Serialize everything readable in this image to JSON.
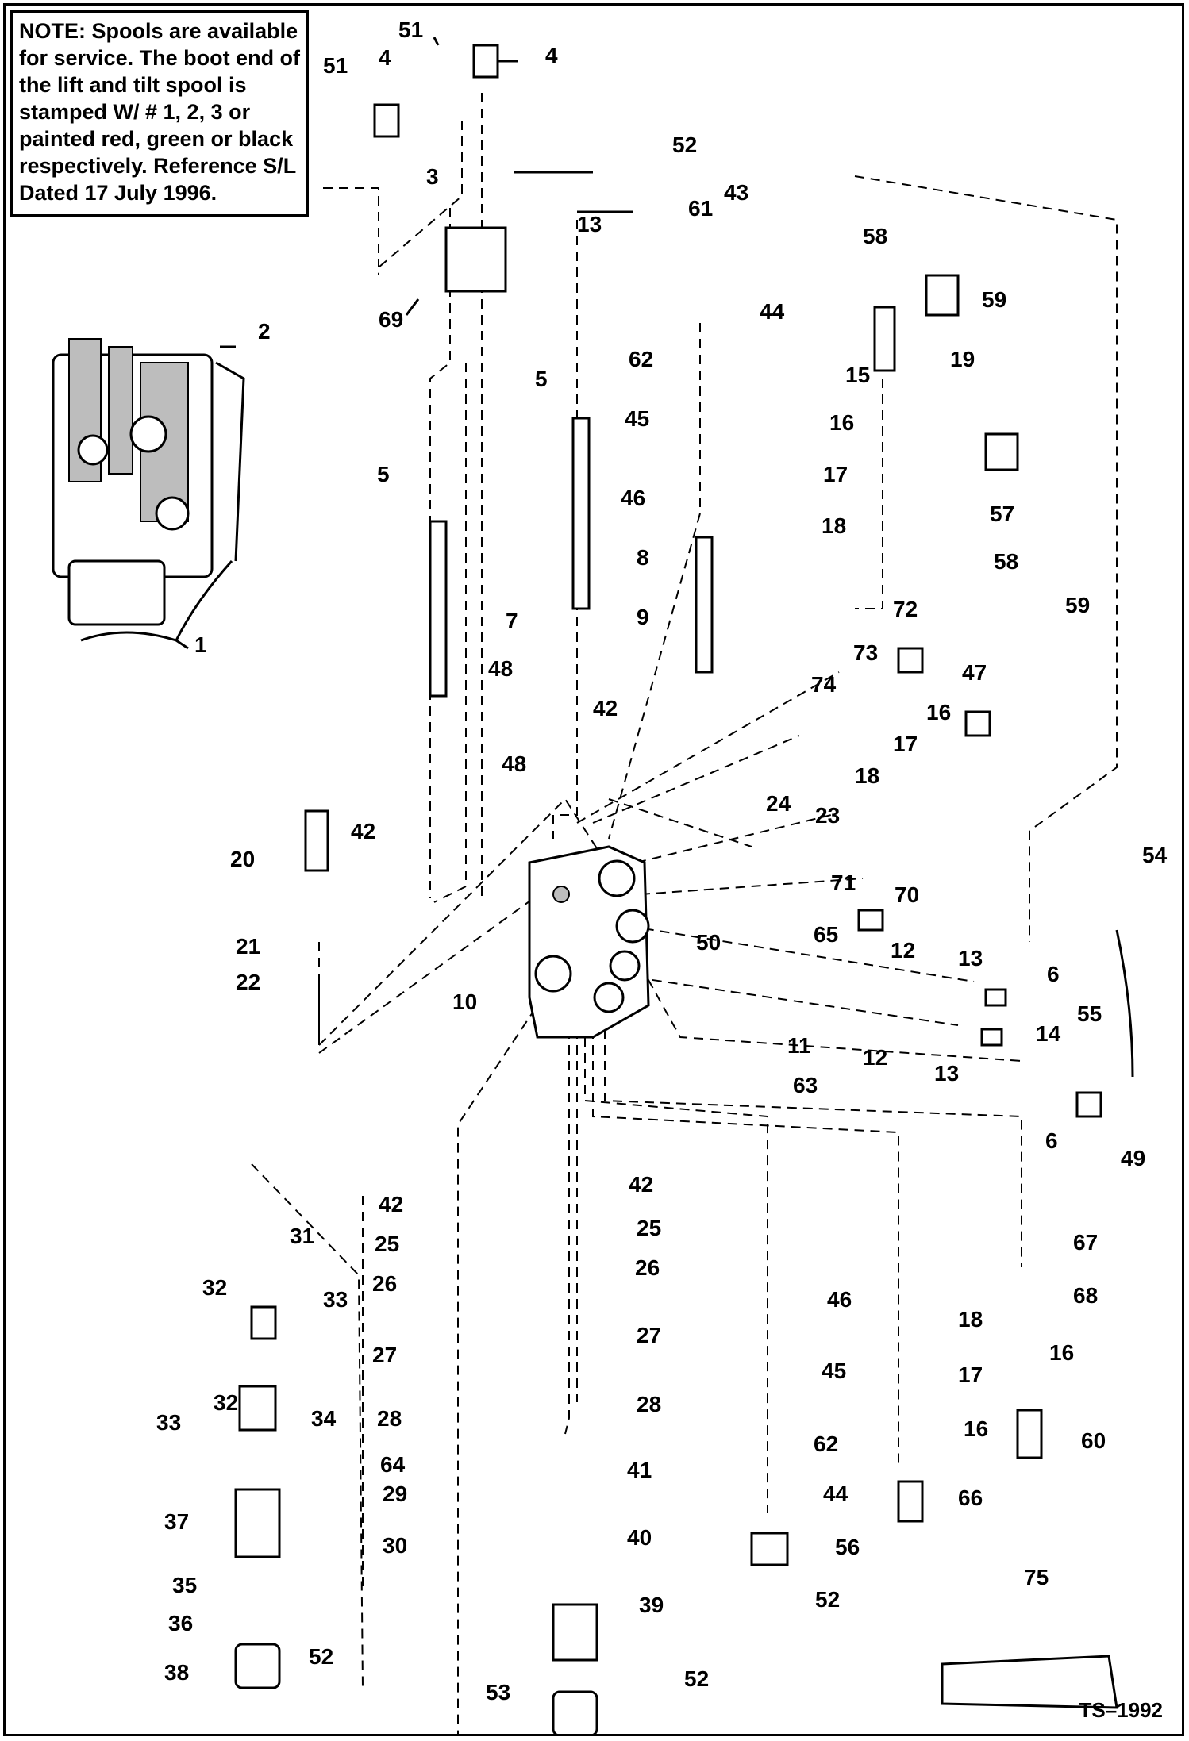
{
  "note": {
    "heading": "NOTE:",
    "lines": [
      " Spools are available",
      "for service. The boot end of",
      "the lift and tilt spool is",
      "stamped W/ # 1, 2, 3 or",
      "painted red, green or black",
      "respectively. Reference S/L",
      "Dated 17 July 1996."
    ]
  },
  "drawing_code": "TS–1992",
  "callouts": [
    {
      "id": "c-51a",
      "text": "51"
    },
    {
      "id": "c-51b",
      "text": "51"
    },
    {
      "id": "c-4a",
      "text": "4"
    },
    {
      "id": "c-4b",
      "text": "4"
    },
    {
      "id": "c-3",
      "text": "3"
    },
    {
      "id": "c-52a",
      "text": "52"
    },
    {
      "id": "c-43",
      "text": "43"
    },
    {
      "id": "c-61",
      "text": "61"
    },
    {
      "id": "c-13a",
      "text": "13"
    },
    {
      "id": "c-58a",
      "text": "58"
    },
    {
      "id": "c-59a",
      "text": "59"
    },
    {
      "id": "c-44a",
      "text": "44"
    },
    {
      "id": "c-69",
      "text": "69"
    },
    {
      "id": "c-2",
      "text": "2"
    },
    {
      "id": "c-62a",
      "text": "62"
    },
    {
      "id": "c-19",
      "text": "19"
    },
    {
      "id": "c-15",
      "text": "15"
    },
    {
      "id": "c-5a",
      "text": "5"
    },
    {
      "id": "c-45a",
      "text": "45"
    },
    {
      "id": "c-16a",
      "text": "16"
    },
    {
      "id": "c-5b",
      "text": "5"
    },
    {
      "id": "c-17a",
      "text": "17"
    },
    {
      "id": "c-46a",
      "text": "46"
    },
    {
      "id": "c-57",
      "text": "57"
    },
    {
      "id": "c-18a",
      "text": "18"
    },
    {
      "id": "c-8",
      "text": "8"
    },
    {
      "id": "c-58b",
      "text": "58"
    },
    {
      "id": "c-59b",
      "text": "59"
    },
    {
      "id": "c-9",
      "text": "9"
    },
    {
      "id": "c-7",
      "text": "7"
    },
    {
      "id": "c-1",
      "text": "1"
    },
    {
      "id": "c-72",
      "text": "72"
    },
    {
      "id": "c-73",
      "text": "73"
    },
    {
      "id": "c-48a",
      "text": "48"
    },
    {
      "id": "c-47",
      "text": "47"
    },
    {
      "id": "c-74",
      "text": "74"
    },
    {
      "id": "c-42a",
      "text": "42"
    },
    {
      "id": "c-16b",
      "text": "16"
    },
    {
      "id": "c-17b",
      "text": "17"
    },
    {
      "id": "c-48b",
      "text": "48"
    },
    {
      "id": "c-18b",
      "text": "18"
    },
    {
      "id": "c-24",
      "text": "24"
    },
    {
      "id": "c-23",
      "text": "23"
    },
    {
      "id": "c-42b",
      "text": "42"
    },
    {
      "id": "c-20",
      "text": "20"
    },
    {
      "id": "c-54",
      "text": "54"
    },
    {
      "id": "c-71",
      "text": "71"
    },
    {
      "id": "c-70",
      "text": "70"
    },
    {
      "id": "c-65",
      "text": "65"
    },
    {
      "id": "c-50",
      "text": "50"
    },
    {
      "id": "c-21",
      "text": "21"
    },
    {
      "id": "c-12a",
      "text": "12"
    },
    {
      "id": "c-13b",
      "text": "13"
    },
    {
      "id": "c-6a",
      "text": "6"
    },
    {
      "id": "c-22",
      "text": "22"
    },
    {
      "id": "c-10",
      "text": "10"
    },
    {
      "id": "c-55",
      "text": "55"
    },
    {
      "id": "c-14",
      "text": "14"
    },
    {
      "id": "c-11",
      "text": "11"
    },
    {
      "id": "c-12b",
      "text": "12"
    },
    {
      "id": "c-13c",
      "text": "13"
    },
    {
      "id": "c-63",
      "text": "63"
    },
    {
      "id": "c-6b",
      "text": "6"
    },
    {
      "id": "c-49",
      "text": "49"
    },
    {
      "id": "c-42c",
      "text": "42"
    },
    {
      "id": "c-42d",
      "text": "42"
    },
    {
      "id": "c-25a",
      "text": "25"
    },
    {
      "id": "c-25b",
      "text": "25"
    },
    {
      "id": "c-26a",
      "text": "26"
    },
    {
      "id": "c-26b",
      "text": "26"
    },
    {
      "id": "c-31",
      "text": "31"
    },
    {
      "id": "c-67",
      "text": "67"
    },
    {
      "id": "c-32a",
      "text": "32"
    },
    {
      "id": "c-33a",
      "text": "33"
    },
    {
      "id": "c-46b",
      "text": "46"
    },
    {
      "id": "c-18c",
      "text": "18"
    },
    {
      "id": "c-68",
      "text": "68"
    },
    {
      "id": "c-27a",
      "text": "27"
    },
    {
      "id": "c-27b",
      "text": "27"
    },
    {
      "id": "c-16c",
      "text": "16"
    },
    {
      "id": "c-45b",
      "text": "45"
    },
    {
      "id": "c-17c",
      "text": "17"
    },
    {
      "id": "c-32b",
      "text": "32"
    },
    {
      "id": "c-33b",
      "text": "33"
    },
    {
      "id": "c-34",
      "text": "34"
    },
    {
      "id": "c-28a",
      "text": "28"
    },
    {
      "id": "c-28b",
      "text": "28"
    },
    {
      "id": "c-16d",
      "text": "16"
    },
    {
      "id": "c-60",
      "text": "60"
    },
    {
      "id": "c-64",
      "text": "64"
    },
    {
      "id": "c-62b",
      "text": "62"
    },
    {
      "id": "c-41",
      "text": "41"
    },
    {
      "id": "c-29",
      "text": "29"
    },
    {
      "id": "c-44b",
      "text": "44"
    },
    {
      "id": "c-66",
      "text": "66"
    },
    {
      "id": "c-37",
      "text": "37"
    },
    {
      "id": "c-30",
      "text": "30"
    },
    {
      "id": "c-40",
      "text": "40"
    },
    {
      "id": "c-56",
      "text": "56"
    },
    {
      "id": "c-35",
      "text": "35"
    },
    {
      "id": "c-52b",
      "text": "52"
    },
    {
      "id": "c-39",
      "text": "39"
    },
    {
      "id": "c-36",
      "text": "36"
    },
    {
      "id": "c-52c",
      "text": "52"
    },
    {
      "id": "c-75",
      "text": "75"
    },
    {
      "id": "c-38",
      "text": "38"
    },
    {
      "id": "c-53",
      "text": "53"
    },
    {
      "id": "c-52d",
      "text": "52"
    }
  ]
}
